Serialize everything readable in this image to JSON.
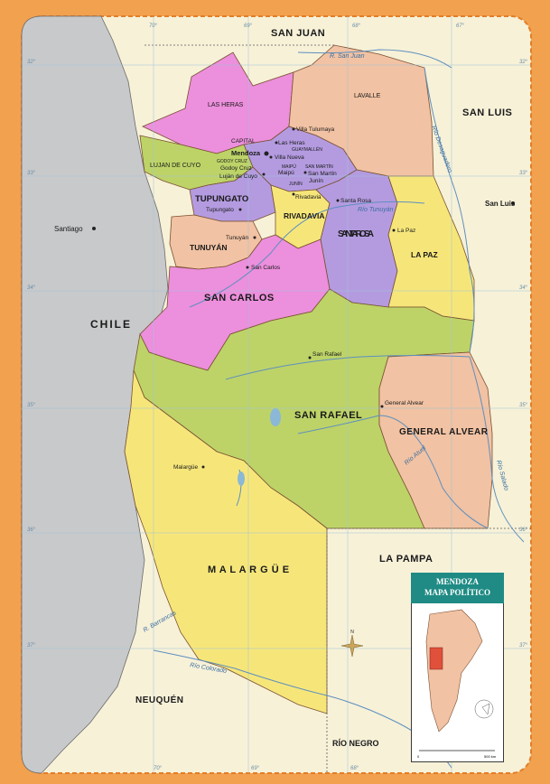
{
  "map": {
    "countries": {
      "chile": "CHILE"
    },
    "provinces": {
      "san_juan": "SAN JUAN",
      "san_luis": "SAN LUIS",
      "la_pampa": "LA PAMPA",
      "neuquen": "NEUQUÉN",
      "rio_negro": "RÍO NEGRO"
    },
    "departments": {
      "las_heras": "LAS HERAS",
      "lavalle": "LAVALLE",
      "capital": "CAPITAL",
      "lujan_de_cuyo": "LUJAN DE CUYO",
      "tupungato": "TUPUNGATO",
      "rivadavia": "RIVADAVIA",
      "santa_rosa": "SANTA ROSA",
      "la_paz": "LA PAZ",
      "tunuyan": "TUNUYÁN",
      "san_carlos": "SAN CARLOS",
      "san_rafael": "SAN RAFAEL",
      "general_alvear": "GENERAL ALVEAR",
      "malargue": "M A L A R G Ü E"
    },
    "cities": {
      "santiago": "Santiago",
      "san_luis": "San Luis",
      "mendoza": "Mendoza",
      "villa_tulumaya": "Villa Tulumaya",
      "las_heras": "Las Heras",
      "guaymallen": "GUAYMALLÉN",
      "villa_nueva": "Villa Nueva",
      "godoy_cruz_dept": "GODOY CRUZ",
      "godoy_cruz": "Godoy Cruz",
      "maipu_dept": "MAIPÚ",
      "maipu": "Maipú",
      "san_martin_dept": "SAN MARTÍN",
      "san_martin": "San Martín",
      "lujan_de_cuyo": "Luján de Cuyo",
      "junin_dept": "JUNÍN",
      "junin": "Junín",
      "rivadavia": "Rivadavia",
      "santa_rosa": "Santa Rosa",
      "la_paz": "La Paz",
      "tupungato": "Tupungato",
      "tunuyan": "Tunuyán",
      "san_carlos": "San Carlos",
      "san_rafael": "San Rafael",
      "general_alvear": "General Alvear",
      "malargue": "Malargüe"
    },
    "rivers": {
      "san_juan": "R. San Juan",
      "desaguadero": "Río Desaguadero",
      "tunuyan": "Río Tunuyán",
      "atuel": "Río Atuel",
      "salado": "Río Salado",
      "colorado": "Río Colorado",
      "barrancas": "R. Barrancas"
    },
    "graticule": {
      "lon": [
        "70°",
        "69°",
        "68°",
        "67°",
        "70°",
        "69°",
        "68°"
      ],
      "lat": [
        "32°",
        "32°",
        "33°",
        "33°",
        "34°",
        "34°",
        "35°",
        "35°",
        "36°",
        "36°",
        "37°",
        "37°"
      ]
    },
    "compass": {
      "n": "N"
    }
  },
  "inset": {
    "title": "MENDOZA",
    "subtitle": "MAPA POLÍTICO",
    "scale_start": "0",
    "scale_end": "500 km"
  },
  "colors": {
    "frame": "#f2a14f",
    "ocean_chile": "#c8c9ca",
    "land": "#f7f1d8",
    "pink": "#ec8fdc",
    "salmon": "#f1c2a3",
    "green": "#bdd368",
    "purple": "#b49be0",
    "yellow": "#f6e67a",
    "border": "#7a5030",
    "inset_header": "#1f8b84"
  }
}
